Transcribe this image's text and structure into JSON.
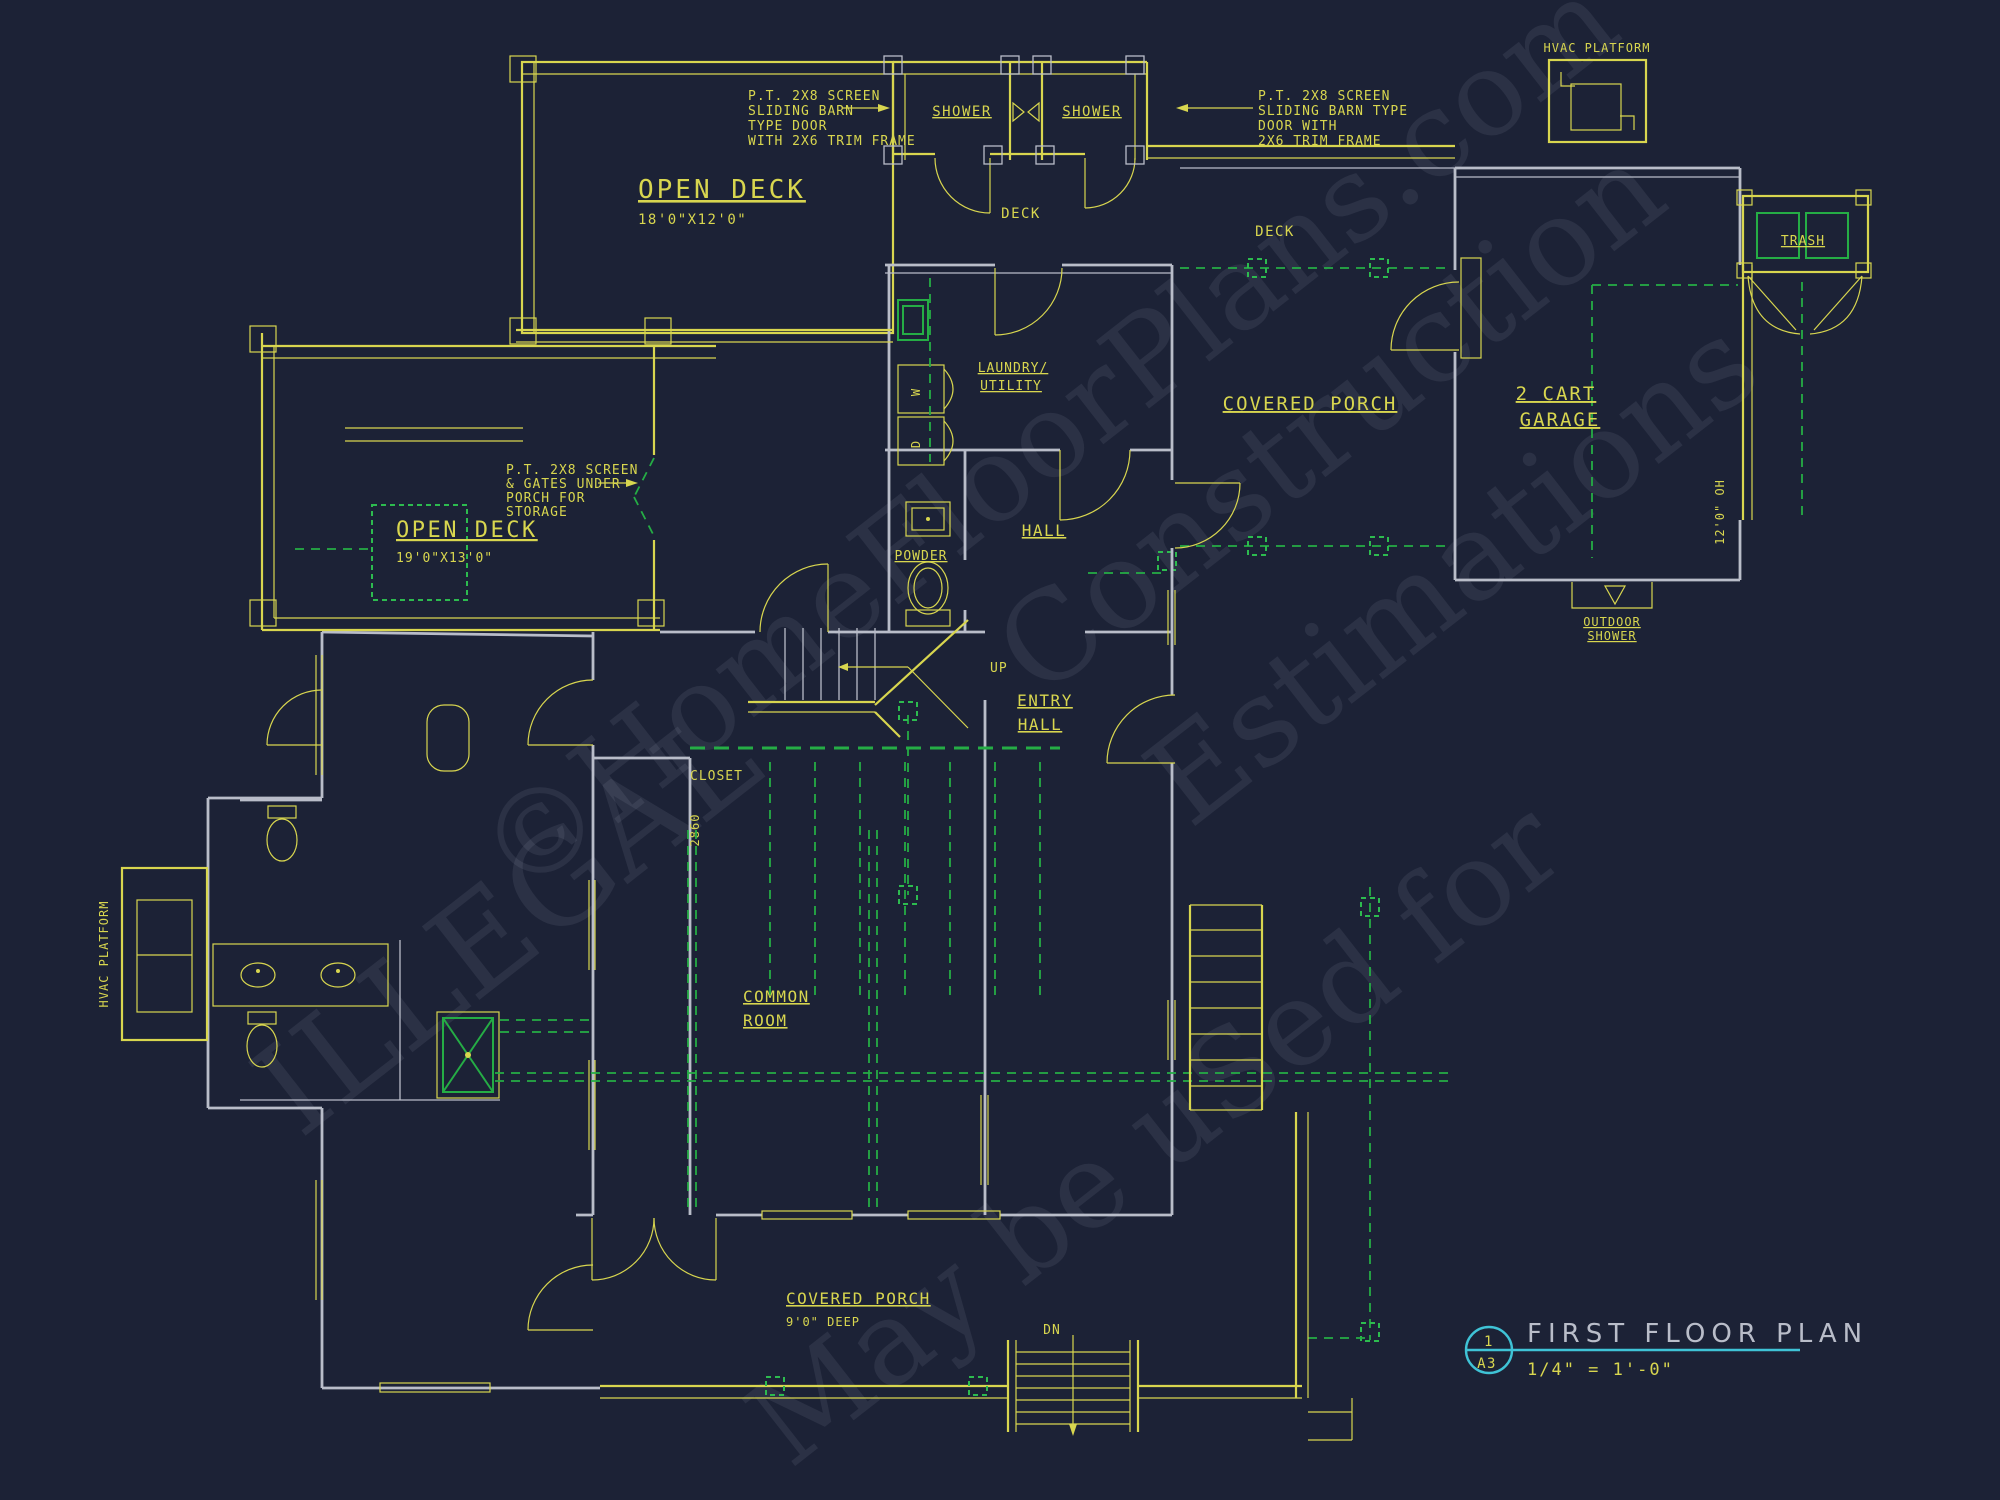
{
  "colors": {
    "background": "#1c2236",
    "wall_yellow": "#d8d64f",
    "wall_gray": "#b9bdc9",
    "dash_green": "#25ad45",
    "cyan": "#3fc3d6"
  },
  "watermarks": {
    "site": "©HomeFloorPlans.com",
    "illegal": "ILLEGAL",
    "may": "May be uSed for",
    "construction": "Construction",
    "estimations": "Estimations"
  },
  "labels": {
    "open_deck_top": {
      "name": "OPEN DECK",
      "dims": "18'0\"X12'0\""
    },
    "open_deck_left": {
      "name": "OPEN DECK",
      "dims": "19'0\"X13'0\""
    },
    "shower_left": "SHOWER",
    "shower_right": "SHOWER",
    "deck_mid": "DECK",
    "deck_right": "DECK",
    "hvac_top": "HVAC PLATFORM",
    "hvac_left": "HVAC PLATFORM",
    "trash": "TRASH",
    "garage": {
      "l1": "2 CART",
      "l2": "GARAGE"
    },
    "garage_door": "12'0\" OH",
    "outdoor_shower": {
      "l1": "OUTDOOR",
      "l2": "SHOWER"
    },
    "covered_porch_right": "COVERED PORCH",
    "covered_porch_bottom": {
      "name": "COVERED PORCH",
      "dims": "9'0\" DEEP"
    },
    "laundry": {
      "l1": "LAUNDRY/",
      "l2": "UTILITY"
    },
    "hall": "HALL",
    "powder": "POWDER",
    "entry_hall": {
      "l1": "ENTRY",
      "l2": "HALL"
    },
    "common_room": {
      "l1": "COMMON",
      "l2": "ROOM"
    },
    "closet": "CLOSET",
    "up": "UP",
    "dn": "DN",
    "dim_2860": "2860",
    "washer": "W",
    "dryer": "D"
  },
  "notes": {
    "barn_left": [
      "P.T. 2X8 SCREEN",
      "SLIDING BARN",
      "TYPE DOOR",
      "WITH 2X6 TRIM FRAME"
    ],
    "barn_right": [
      "P.T. 2X8 SCREEN",
      "SLIDING BARN TYPE",
      "DOOR WITH",
      "2X6 TRIM FRAME"
    ],
    "storage": [
      "P.T. 2X8 SCREEN",
      "& GATES UNDER",
      "PORCH FOR",
      "STORAGE"
    ]
  },
  "titleblock": {
    "number": "1",
    "sheet": "A3",
    "title": "FIRST FLOOR PLAN",
    "scale": "1/4\" = 1'-0\""
  }
}
